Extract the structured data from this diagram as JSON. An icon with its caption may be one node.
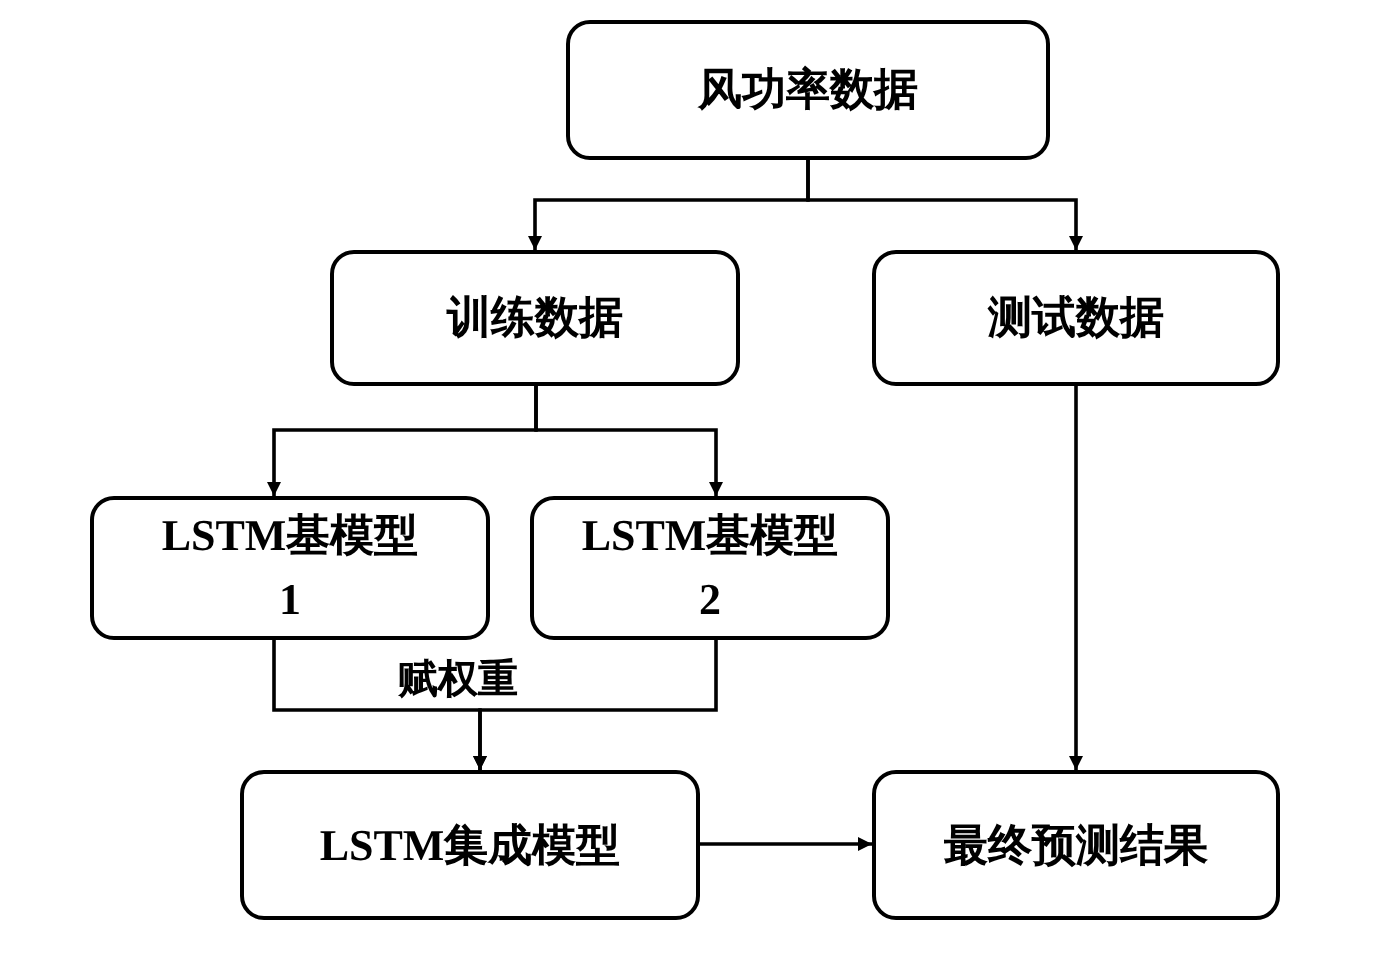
{
  "diagram": {
    "nodes": [
      {
        "text": [
          "风功率数据"
        ]
      },
      {
        "text": [
          "训练数据"
        ]
      },
      {
        "text": [
          "测试数据"
        ]
      },
      {
        "text": [
          "LSTM基模型 1"
        ]
      },
      {
        "text": [
          "LSTM基模型 2"
        ]
      },
      {
        "text": [
          "LSTM集成模型"
        ]
      },
      {
        "text": [
          "最终预测结果"
        ]
      }
    ],
    "edges": [
      {
        "from": 0,
        "to": 1,
        "arrow": "to"
      },
      {
        "from": 0,
        "to": 2,
        "arrow": "to"
      },
      {
        "from": 1,
        "to": 3,
        "arrow": "to"
      },
      {
        "from": 1,
        "to": 4,
        "arrow": "to"
      },
      {
        "from": 3,
        "to": 5,
        "arrow": "to",
        "label": "赋权重"
      },
      {
        "from": 4,
        "to": 5,
        "arrow": "to"
      },
      {
        "from": 5,
        "to": 6,
        "arrow": "to"
      },
      {
        "from": 2,
        "to": 6,
        "arrow": "to"
      }
    ]
  }
}
